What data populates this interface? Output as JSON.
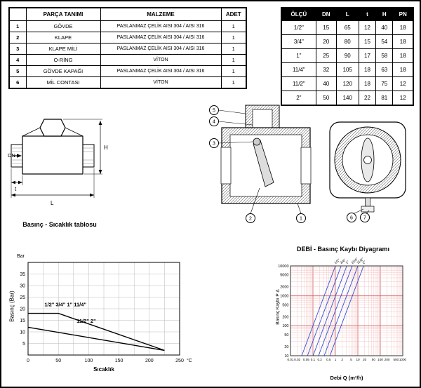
{
  "parts_table": {
    "headers": [
      "",
      "PARÇA TANIMI",
      "MALZEME",
      "ADET"
    ],
    "rows": [
      [
        "1",
        "GÖVDE",
        "PASLANMAZ ÇELİK AISI 304 / AISI 316",
        "1"
      ],
      [
        "2",
        "KLAPE",
        "PASLANMAZ ÇELİK AISI 304 / AISI 316",
        "1"
      ],
      [
        "3",
        "KLAPE MİLİ",
        "PASLANMAZ ÇELİK AISI 304 / AISI 316",
        "1"
      ],
      [
        "4",
        "O-RİNG",
        "VİTON",
        "1"
      ],
      [
        "5",
        "GÖVDE KAPAĞI",
        "PASLANMAZ ÇELİK AISI 304 / AISI 316",
        "1"
      ],
      [
        "6",
        "MİL CONTASI",
        "VİTON",
        "1"
      ]
    ]
  },
  "dimensions_table": {
    "headers": [
      "ÖLÇÜ",
      "DN",
      "L",
      "t",
      "H",
      "PN"
    ],
    "rows": [
      [
        "1/2\"",
        "15",
        "65",
        "12",
        "40",
        "18"
      ],
      [
        "3/4\"",
        "20",
        "80",
        "15",
        "54",
        "18"
      ],
      [
        "1\"",
        "25",
        "90",
        "17",
        "58",
        "18"
      ],
      [
        "11/4\"",
        "32",
        "105",
        "18",
        "63",
        "18"
      ],
      [
        "11/2\"",
        "40",
        "120",
        "18",
        "75",
        "12"
      ],
      [
        "2\"",
        "50",
        "140",
        "22",
        "81",
        "12"
      ]
    ]
  },
  "drawings": {
    "dims": {
      "h": "H",
      "dn": "DN",
      "t": "t",
      "l": "L"
    },
    "front_caption": "Basınç - Sıcaklık tablosu",
    "callouts": [
      "1",
      "2",
      "3",
      "4",
      "5",
      "6",
      "7"
    ]
  },
  "chart_data": [
    {
      "type": "line",
      "title": "",
      "unit_top": "Bar",
      "ylabel": "Basınç (Bar)",
      "xlabel": "Sıcaklık",
      "x_unit": "°C",
      "xlim": [
        0,
        250
      ],
      "ylim": [
        0,
        40
      ],
      "xticks": [
        0,
        50,
        100,
        150,
        200,
        250
      ],
      "yticks": [
        5,
        10,
        15,
        20,
        25,
        30,
        35
      ],
      "xgrid": 25,
      "ygrid": 5,
      "grid": true,
      "series": [
        {
          "name": "1/2\" 3/4\" 1\" 11/4\"",
          "points": [
            [
              0,
              18
            ],
            [
              50,
              18
            ],
            [
              225,
              2
            ]
          ]
        },
        {
          "name": "11/2\" 2\"",
          "points": [
            [
              0,
              12
            ],
            [
              225,
              2
            ]
          ]
        }
      ],
      "annotations": [
        {
          "text": "1/2\" 3/4\" 1\" 11/4\"",
          "x": 27,
          "y": 21
        },
        {
          "text": "11/2\" 2\"",
          "x": 80,
          "y": 14
        }
      ]
    },
    {
      "type": "line",
      "title": "DEBİ - Basınç Kaybı Diyagramı",
      "ylabel": "Basınç Kaybı P Δ",
      "xlabel": "Debi Q (m³/h)",
      "x_scale": "log",
      "y_scale": "log",
      "xlim": [
        0.01,
        1000
      ],
      "ylim": [
        10,
        10000
      ],
      "xticks": [
        0.01,
        0.02,
        0.05,
        0.1,
        0.2,
        0.5,
        1,
        2,
        5,
        10,
        20,
        50,
        100,
        200,
        500,
        1000
      ],
      "yticks": [
        10,
        20,
        50,
        100,
        200,
        500,
        1000,
        2000,
        5000,
        10000
      ],
      "sizes": [
        "1/2\"",
        "3/4\"",
        "1\"",
        "11/4\"",
        "11/2\"",
        "2\""
      ],
      "size_lines_q_at_top": [
        1,
        1.8,
        3.2,
        5.6,
        10,
        18
      ],
      "slope_decades": 1.5,
      "grid_major": "#cc5c5c",
      "grid_minor": "#f0b0b0",
      "line_color": "#2b4fd8"
    }
  ]
}
